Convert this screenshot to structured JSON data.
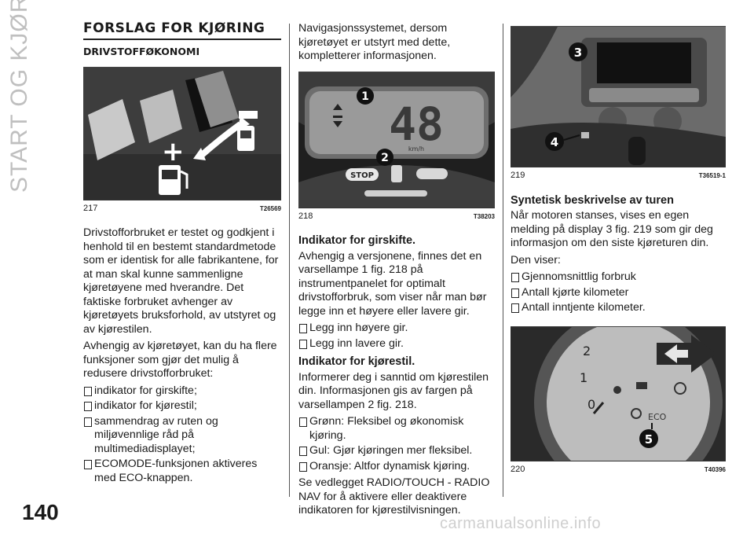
{
  "section_title": "START OG KJØRING",
  "page_number": "140",
  "watermark": "carmanualsonline.info",
  "col1": {
    "heading": "FORSLAG FOR KJØRING",
    "subheading": "DRIVSTOFFØKONOMI",
    "fig1": {
      "number": "217",
      "code": "T26569"
    },
    "p1": "Drivstofforbruket er testet og godkjent i henhold til en bestemt standardmetode som er identisk for alle fabrikantene, for at man skal kunne sammenligne kjøretøyene med hverandre. Det faktiske forbruket avhenger av kjøretøyets bruksforhold, av utstyret og av kjørestilen.",
    "p2": "Avhengig av kjøretøyet, kan du ha flere funksjoner som gjør det mulig å redusere drivstofforbruket:",
    "bullets": [
      "indikator for girskifte;",
      "indikator for kjørestil;",
      "sammendrag av ruten og miljøvennlige råd på multimediadisplayet;",
      "ECOMODE-funksjonen aktiveres med ECO-knappen."
    ]
  },
  "col2": {
    "intro": "Navigasjonssystemet, dersom kjøretøyet er utstyrt med dette, kompletterer informasjonen.",
    "fig2": {
      "number": "218",
      "code": "T38203",
      "speed": "48",
      "unit": "km/h",
      "stop": "STOP",
      "callout1": "1",
      "callout2": "2"
    },
    "h_gear": "Indikator for girskifte.",
    "p_gear": "Avhengig a versjonene, finnes det en varsellampe 1 fig. 218 på instrumentpanelet for optimalt drivstofforbruk, som viser når man bør legge inn et høyere eller lavere gir.",
    "gear_bullets": [
      "Legg inn høyere gir.",
      "Legg inn lavere gir."
    ],
    "h_style": "Indikator for kjørestil.",
    "p_style": "Informerer deg i sanntid om kjørestilen din. Informasjonen gis av fargen på varsellampen 2 fig. 218.",
    "style_bullets": [
      "Grønn: Fleksibel og økonomisk kjøring.",
      "Gul: Gjør kjøringen mer fleksibel.",
      "Oransje: Altfor dynamisk kjøring."
    ],
    "p_radio": "Se vedlegget RADIO/TOUCH - RADIO NAV for å aktivere eller deaktivere indikatoren for kjørestilvisningen."
  },
  "col3": {
    "fig3": {
      "number": "219",
      "code": "T36519-1",
      "callout3": "3",
      "callout4": "4"
    },
    "h_summary": "Syntetisk beskrivelse av turen",
    "p_summary": "Når motoren stanses, vises en egen melding på display 3 fig. 219 som gir deg informasjon om den siste kjøreturen din.",
    "p_shows": "Den viser:",
    "summary_bullets": [
      "Gjennomsnittlig forbruk",
      "Antall kjørte kilometer",
      "Antall inntjente kilometer."
    ],
    "fig4": {
      "number": "220",
      "code": "T40396",
      "eco": "ECO",
      "callout5": "5",
      "dial_2": "2",
      "dial_1": "1",
      "dial_0": "0"
    }
  }
}
